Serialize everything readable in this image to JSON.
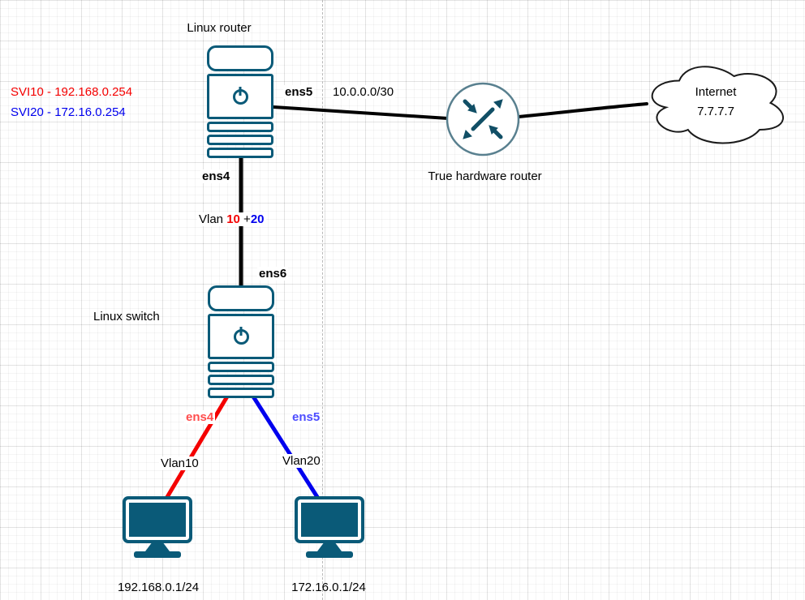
{
  "palette": {
    "device_teal": "#0a5a78",
    "vlan10_red": "#f40000",
    "vlan20_blue": "#0000ee",
    "edge_black": "#000000"
  },
  "router": {
    "title": "Linux router",
    "svi10": "SVI10 - 192.168.0.254",
    "svi20": "SVI20 - 172.16.0.254",
    "wan_port": "ens5",
    "lan_port": "ens4"
  },
  "wan": {
    "subnet": "10.0.0.0/30"
  },
  "hw_router": {
    "label": "True hardware router"
  },
  "internet": {
    "name": "Internet",
    "ip": "7.7.7.7"
  },
  "trunk": {
    "prefix": "Vlan ",
    "vlan_a": "10",
    "joiner": " +",
    "vlan_b": "20"
  },
  "switch": {
    "title": "Linux switch",
    "uplink_port": "ens6",
    "access_port_a": "ens4",
    "access_port_b": "ens5"
  },
  "hosts": [
    {
      "vlan": "Vlan10",
      "ip": "192.168.0.1/24"
    },
    {
      "vlan": "Vlan20",
      "ip": "172.16.0.1/24"
    }
  ]
}
